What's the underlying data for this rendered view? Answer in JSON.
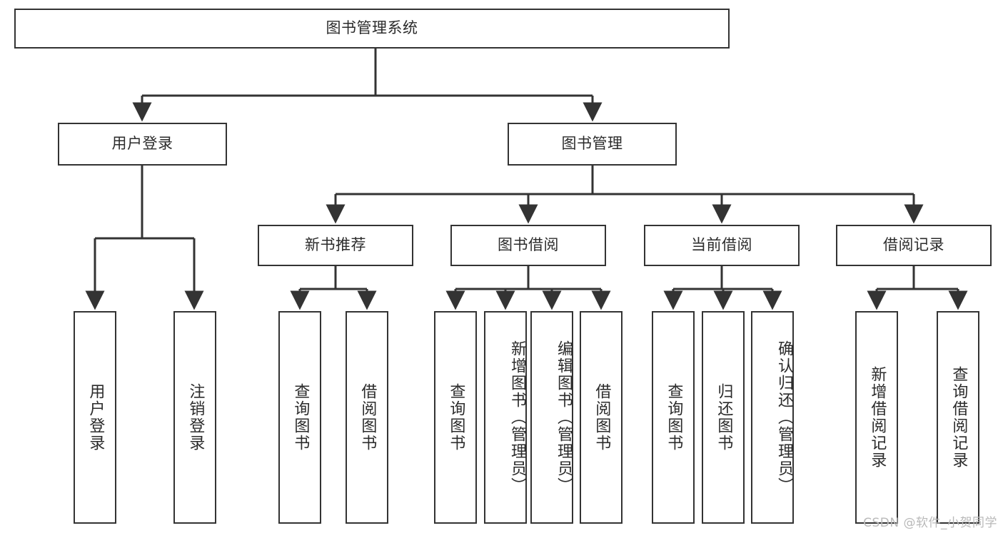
{
  "diagram": {
    "title": "图书管理系统",
    "type": "tree-structure-chart",
    "line_color": "#333333",
    "box_fill": "#ffffff",
    "text_color": "#2b2b2b",
    "watermark": "CSDN @软件_小贺同学",
    "nodes": {
      "root": "图书管理系统",
      "level2": {
        "user_login": "用户登录",
        "book_manage": "图书管理"
      },
      "level3": {
        "new_book_recommend": "新书推荐",
        "book_borrow": "图书借阅",
        "current_borrow": "当前借阅",
        "borrow_record": "借阅记录"
      },
      "leaves": {
        "user_login": [
          "用户登录",
          "注销登录"
        ],
        "new_book_recommend": [
          "查询图书",
          "借阅图书"
        ],
        "book_borrow": [
          "查询图书",
          "新增图书（管理员）",
          "编辑图书（管理员）",
          "借阅图书"
        ],
        "current_borrow": [
          "查询图书",
          "归还图书",
          "确认归还（管理员）"
        ],
        "borrow_record": [
          "新增借阅记录",
          "查询借阅记录"
        ]
      }
    }
  }
}
